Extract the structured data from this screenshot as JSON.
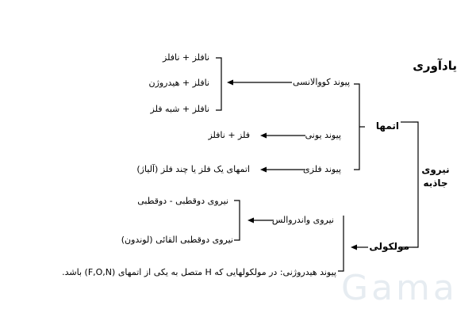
{
  "title": "یادآوری",
  "root": "نیروی جاذبه",
  "atoms": {
    "label": "اتمها",
    "covalent": {
      "label": "پیوند کووالانسی",
      "items": [
        "نافلز + نافلز",
        "نافلز + هیدروژن",
        "نافلز + شبه فلز"
      ]
    },
    "ionic": {
      "label": "پیوند یونی",
      "result": "فلز + نافلز"
    },
    "metallic": {
      "label": "پیوند فلزی",
      "result": "اتمهای یک فلز یا چند فلز (آلیاژ)"
    }
  },
  "molecules": {
    "label": "مولکولی",
    "vdw": {
      "label": "نیروی واندروالس",
      "items": [
        "نیروی دوقطبی - دوقطبی",
        "نیروی دوقطبی القائی (لوندون)"
      ]
    },
    "hbond": "پیوند هیدروژنی: در مولکولهایی که H متصل به یکی از اتمهای (F,O,N) باشد."
  },
  "watermark": "Gama",
  "colors": {
    "text": "#000000",
    "line": "#000000",
    "watermark": "#d3dde6"
  }
}
